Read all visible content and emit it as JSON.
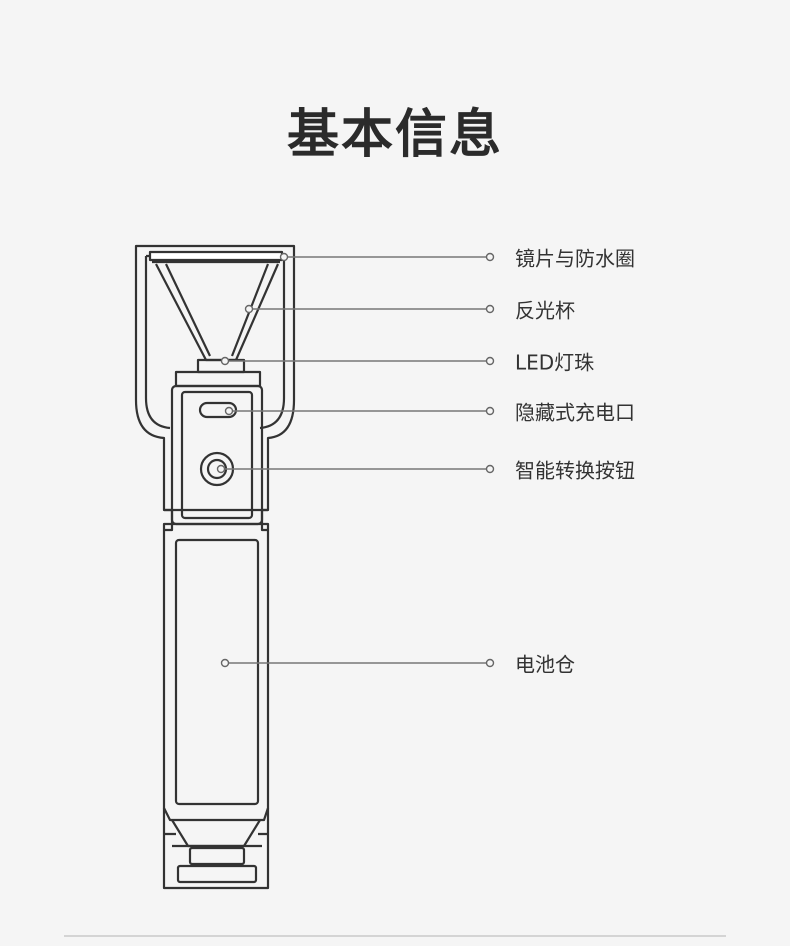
{
  "title": "基本信息",
  "callouts": [
    {
      "id": "lens",
      "label": "镜片与防水圈"
    },
    {
      "id": "reflector",
      "label": "反光杯"
    },
    {
      "id": "led",
      "label": "LED灯珠"
    },
    {
      "id": "port",
      "label": "隐藏式充电口"
    },
    {
      "id": "button",
      "label": "智能转换按钮"
    },
    {
      "id": "battery",
      "label": "电池仓"
    }
  ]
}
